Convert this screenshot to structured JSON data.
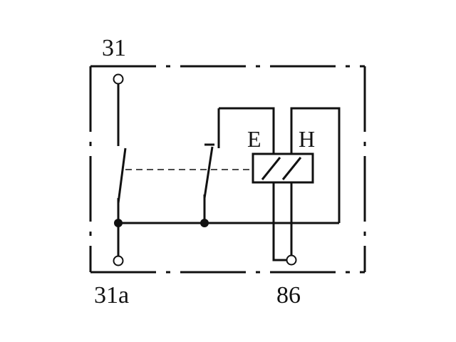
{
  "terminals": {
    "top_left": "31",
    "bottom_left": "31a",
    "bottom_right": "86"
  },
  "coil": {
    "left_label": "E",
    "right_label": "H"
  }
}
